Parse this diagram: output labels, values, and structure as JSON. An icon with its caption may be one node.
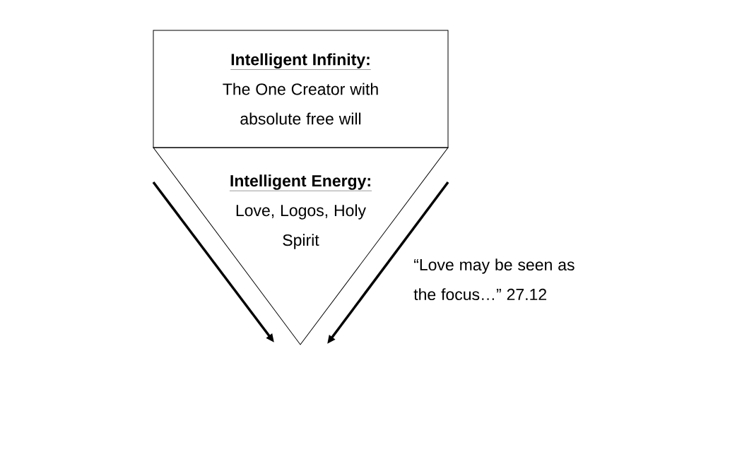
{
  "diagram": {
    "nodes": [
      {
        "text": [
          "Intelligent Infinity:",
          "The One Creator with absolute free will"
        ]
      },
      {
        "text": [
          "Intelligent Energy:",
          "Love, Logos, Holy Spirit"
        ]
      }
    ],
    "edges": [
      {
        "from": null,
        "to": 1,
        "arrow": "to"
      },
      {
        "from": null,
        "to": 1,
        "arrow": "to"
      }
    ],
    "labels": [
      "“Love may be seen as the focus…” 27.12"
    ]
  }
}
